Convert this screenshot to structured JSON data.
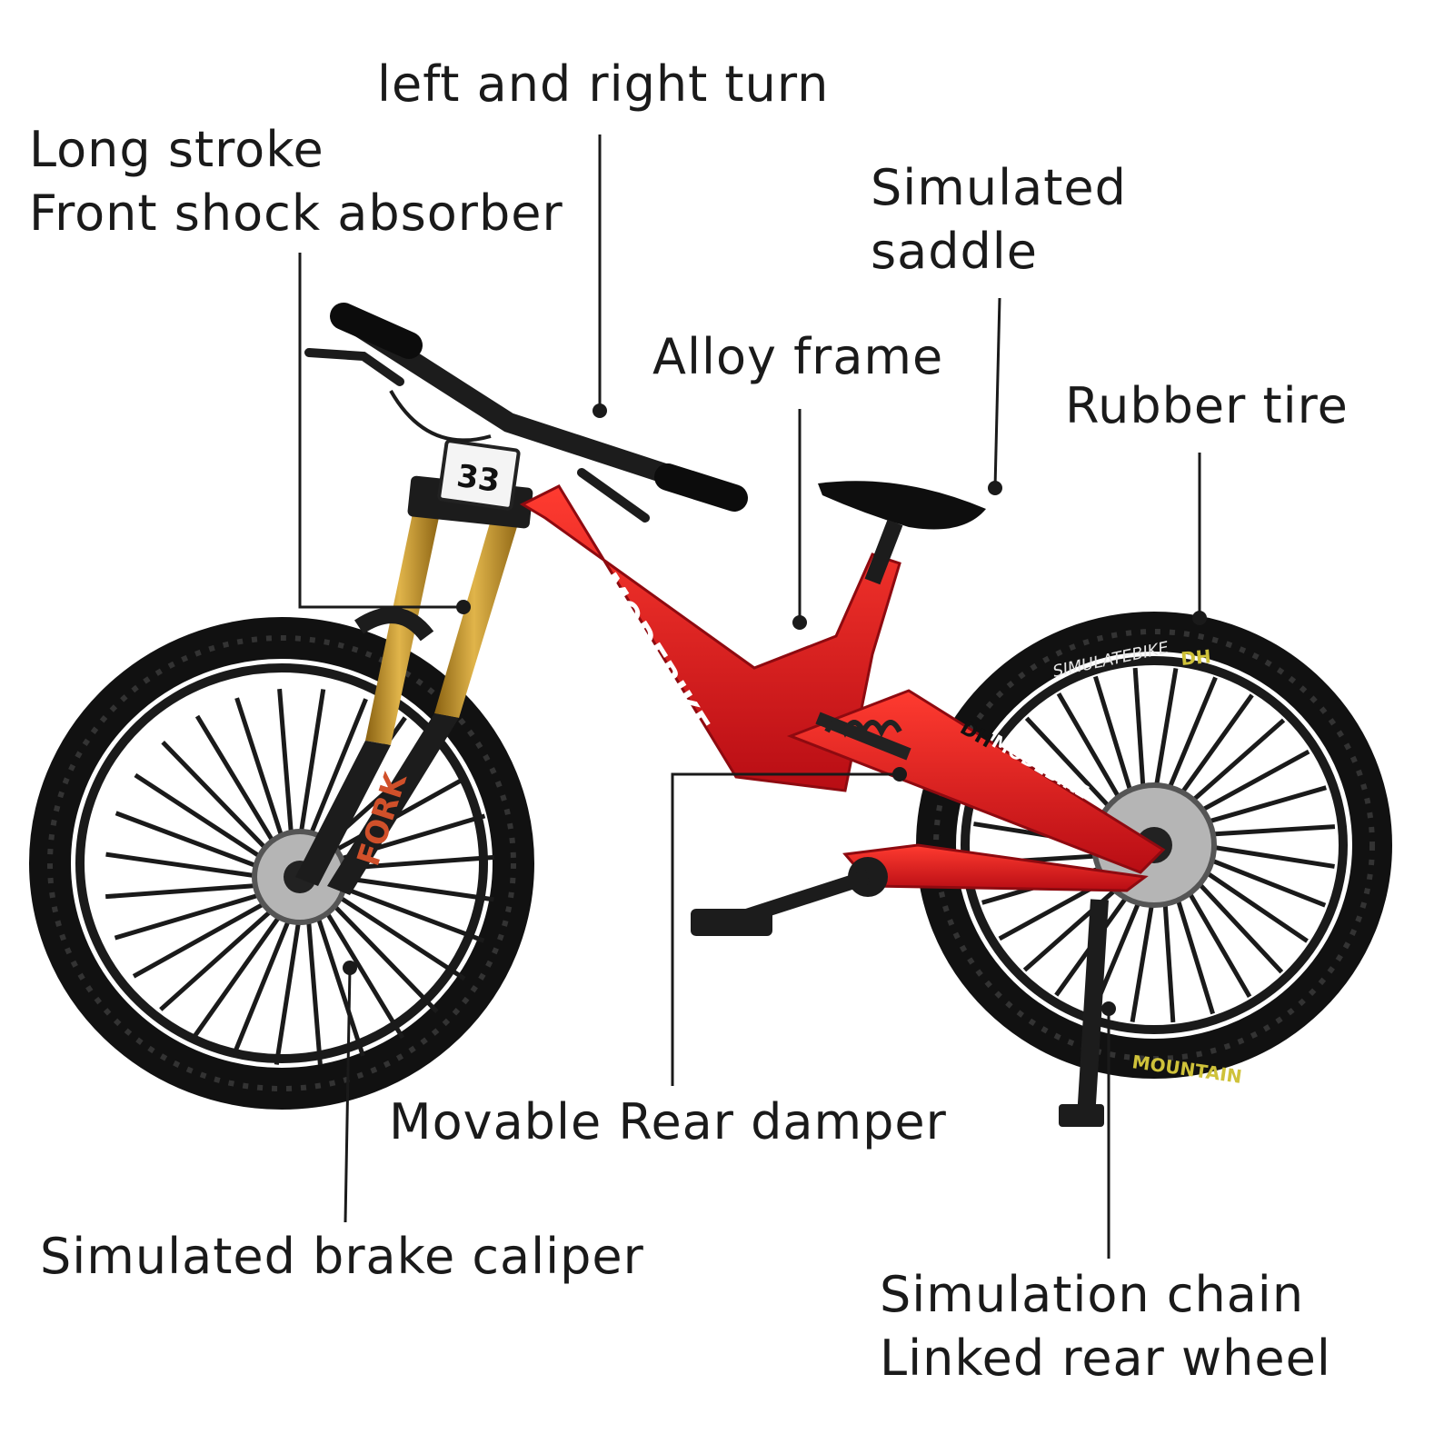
{
  "callouts": {
    "turn": "left and right turn",
    "fork_line1": "Long stroke",
    "fork_line2": "Front shock absorber",
    "saddle_line1": "Simulated",
    "saddle_line2": "saddle",
    "frame": "Alloy frame",
    "tire": "Rubber tire",
    "damper": "Movable Rear damper",
    "caliper": "Simulated brake caliper",
    "chain_line1": "Simulation chain",
    "chain_line2": "Linked rear wheel"
  },
  "bike_markings": {
    "plate_number": "33",
    "frame_brand": "MODEBIKE",
    "chainstay_brand": "MODEBIKE",
    "chainstay_badge": "DH",
    "fork_text": "FORK",
    "tire_sidewall_1": "SIMULATEBIKE",
    "tire_sidewall_2": "MOUNTAIN",
    "tire_badge": "DH"
  },
  "colors": {
    "frame": "#d8141c",
    "fork": "#c9961e",
    "tire": "#141414",
    "tire_print": "#cfc23a"
  }
}
